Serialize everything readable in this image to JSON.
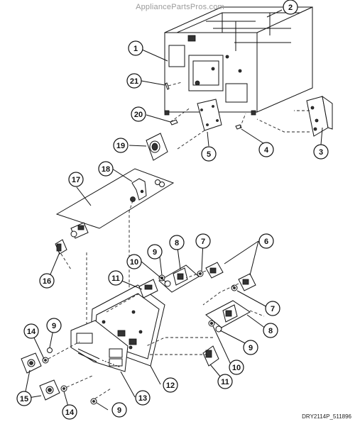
{
  "watermark": "AppliancePartsPros.com",
  "diagram_code": "DRY2114P_511896",
  "callout_labels": {
    "c1": "1",
    "c2": "2",
    "c3": "3",
    "c4": "4",
    "c5": "5",
    "c6": "6",
    "c7a": "7",
    "c7b": "7",
    "c8a": "8",
    "c8b": "8",
    "c9a": "9",
    "c9b": "9",
    "c9c": "9",
    "c9d": "9",
    "c10a": "10",
    "c10b": "10",
    "c11a": "11",
    "c11b": "11",
    "c12": "12",
    "c13": "13",
    "c14a": "14",
    "c14b": "14",
    "c15": "15",
    "c16": "16",
    "c17": "17",
    "c18": "18",
    "c19": "19",
    "c20": "20",
    "c21": "21"
  }
}
